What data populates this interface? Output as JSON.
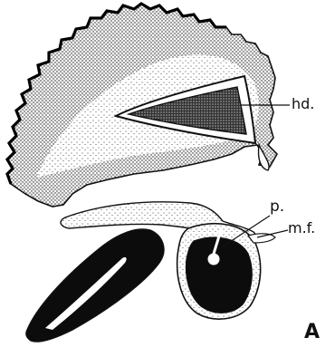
{
  "figure": {
    "labels": {
      "hd": "hd.",
      "p": "p.",
      "mf": "m.f."
    },
    "panel_letter": "A",
    "colors": {
      "ink": "#111111",
      "paper": "#ffffff",
      "stipple": "#2a2a2a",
      "dark_fill": "#0c0c0c"
    }
  }
}
